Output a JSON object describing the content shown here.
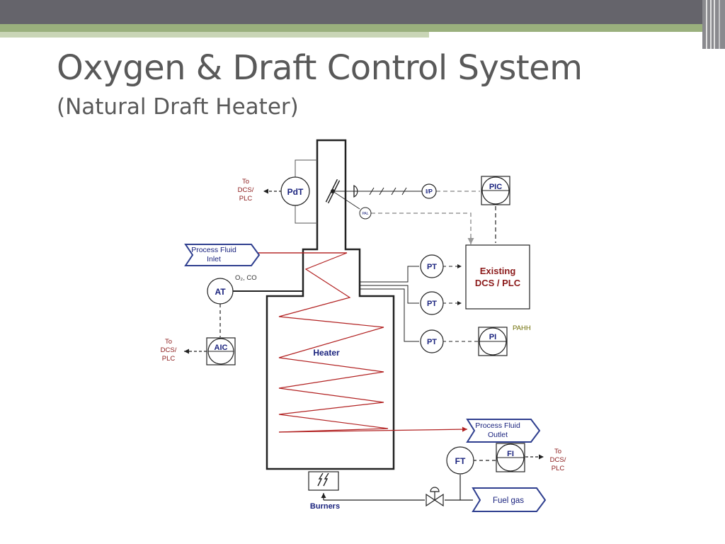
{
  "slide": {
    "title": "Oxygen & Draft Control System",
    "subtitle": "(Natural Draft Heater)"
  },
  "diagram": {
    "instruments": {
      "pdt": "PdT",
      "pic": "PIC",
      "ip": "I/P",
      "pal": "PAL",
      "at": "AT",
      "aic": "AIC",
      "pt1": "PT",
      "pt2": "PT",
      "pt3": "PT",
      "pi": "PI",
      "ft": "FT",
      "fi": "FI"
    },
    "labels": {
      "to_dcs_top": [
        "To",
        "DCS/",
        "PLC"
      ],
      "to_dcs_left": [
        "To",
        "DCS/",
        "PLC"
      ],
      "to_dcs_right": [
        "To",
        "DCS/",
        "PLC"
      ],
      "process_fluid_inlet": [
        "Process Fluid",
        "Inlet"
      ],
      "process_fluid_outlet": [
        "Process Fluid",
        "Outlet"
      ],
      "o2_co": "O₂, CO",
      "existing_dcs": [
        "Existing",
        "DCS / PLC"
      ],
      "pahh": "PAHH",
      "heater": "Heater",
      "burners": "Burners",
      "fuel_gas": "Fuel gas"
    },
    "colors": {
      "line": "#222222",
      "coil": "#b22222",
      "instrument_text": "#000080",
      "label_red": "#8b1a1a",
      "pahh": "#6b6b00",
      "dashed": "#999999"
    }
  }
}
